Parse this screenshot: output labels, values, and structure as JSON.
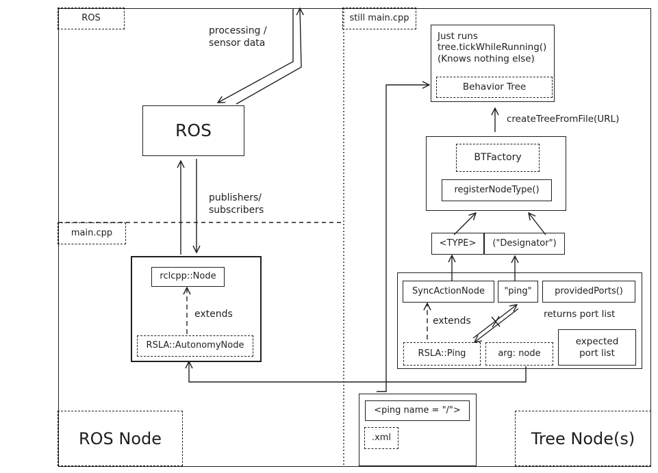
{
  "sections": {
    "ros_tag": "ROS",
    "still_main_tag": "still main.cpp",
    "main_tag": "main.cpp",
    "ros_node_label": "ROS Node",
    "tree_nodes_label": "Tree Node(s)"
  },
  "ros_side": {
    "ros_box": "ROS",
    "processing_label": "processing /\nsensor data",
    "pubsub_label": "publishers/\nsubscribers",
    "rclcpp_node": "rclcpp::Node",
    "extends_label": "extends",
    "autonomy_node": "RSLA::AutonomyNode"
  },
  "tree_side": {
    "just_runs": "Just runs\ntree.tickWhileRunning()\n(Knows nothing else)",
    "behavior_tree": "Behavior Tree",
    "create_tree": "createTreeFromFile(URL)",
    "bt_factory": "BTFactory",
    "register_node_type": "registerNodeType()",
    "type_param": "<TYPE>",
    "designator_param": "(\"Designator\")",
    "sync_action_node": "SyncActionNode",
    "ping_string": "\"ping\"",
    "provided_ports": "providedPorts()",
    "returns_port_list": "returns port list",
    "extends_label": "extends",
    "rsla_ping": "RSLA::Ping",
    "arg_node": "arg: node",
    "expected_port_list": "expected\nport list",
    "xml_tag": "<ping name = \"/\">",
    "xml_file": ".xml"
  }
}
